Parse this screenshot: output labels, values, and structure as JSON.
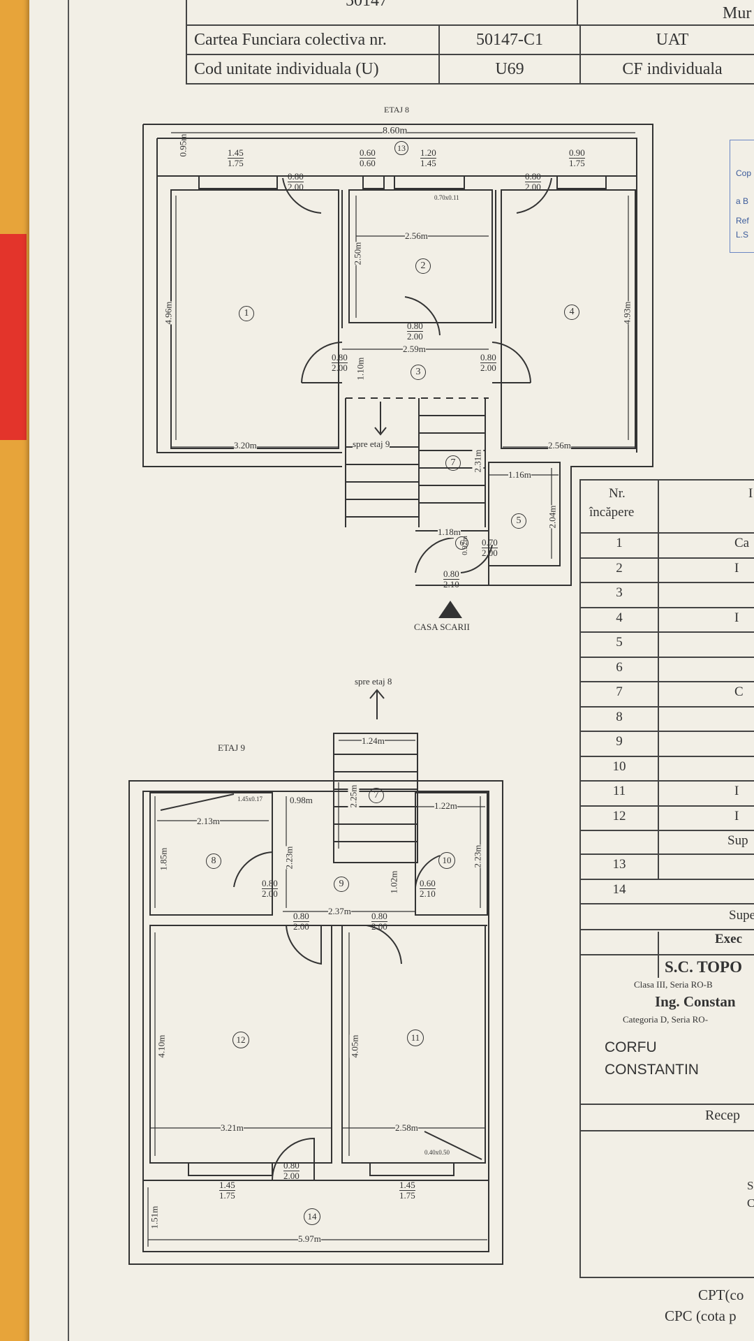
{
  "header": {
    "top_value": "50147",
    "top_right": "Mur",
    "row1_label": "Cartea Funciara colectiva nr.",
    "row1_value": "50147-C1",
    "row1_right": "UAT",
    "row2_label": "Cod unitate individuala (U)",
    "row2_value": "U69",
    "row2_right": "CF individuala"
  },
  "stamp_fragment": [
    "Cop",
    "a B",
    "Ref",
    "L.S"
  ],
  "floor8": {
    "title": "ETAJ 8",
    "rooms": [
      "1",
      "2",
      "3",
      "4",
      "5",
      "6",
      "7",
      "13"
    ],
    "dims": {
      "overall_width": "8.60m",
      "left_wall": "0.95m",
      "r1_height": "4.96m",
      "r1_width": "3.20m",
      "r2_width": "2.56m",
      "r2_height": "2.50m",
      "r3_width": "2.59m",
      "r3_height": "1.10m",
      "r4_height": "4.93m",
      "r4_width": "2.56m",
      "r5_width": "1.16m",
      "r5_height": "2.04m",
      "r6_width": "1.18m",
      "r6_height": "0.92m",
      "r7_height": "2.31m",
      "vent": "0.70x0.11"
    },
    "openings": [
      {
        "t": "1.45",
        "b": "1.75"
      },
      {
        "t": "0.80",
        "b": "2.00"
      },
      {
        "t": "0.60",
        "b": "0.60"
      },
      {
        "t": "1.20",
        "b": "1.45"
      },
      {
        "t": "0.80",
        "b": "2.00"
      },
      {
        "t": "0.90",
        "b": "1.75"
      },
      {
        "t": "0.80",
        "b": "2.00"
      },
      {
        "t": "0.80",
        "b": "2.00"
      },
      {
        "t": "0.80",
        "b": "2.00"
      },
      {
        "t": "0.70",
        "b": "2.00"
      },
      {
        "t": "0.80",
        "b": "2.10"
      }
    ],
    "stairs_label": "spre etaj 9",
    "entrance": "CASA SCARII"
  },
  "floor9": {
    "title": "ETAJ 9",
    "to_floor": "spre etaj 8",
    "rooms": [
      "7",
      "8",
      "9",
      "10",
      "11",
      "12",
      "14"
    ],
    "dims": {
      "stair_width": "1.24m",
      "stair_height": "2.25m",
      "r8_width": "2.13m",
      "r8_height": "1.85m",
      "vent": "1.45x0.17",
      "r9_width": "0.98m",
      "r9_height": "2.23m",
      "r9_width2": "2.37m",
      "r9_small": "1.02m",
      "r10_width": "1.22m",
      "r10_height": "2.23m",
      "r12_height": "4.10m",
      "r12_width": "3.21m",
      "r11_height": "4.05m",
      "r11_width": "2.58m",
      "r11_vent": "0.40x0.50",
      "r14_height": "1.51m",
      "r14_width": "5.97m"
    },
    "openings": [
      {
        "t": "0.80",
        "b": "2.00"
      },
      {
        "t": "0.60",
        "b": "2.10"
      },
      {
        "t": "0.80",
        "b": "2.00"
      },
      {
        "t": "0.80",
        "b": "2.00"
      },
      {
        "t": "0.80",
        "b": "2.00"
      },
      {
        "t": "1.45",
        "b": "1.75"
      },
      {
        "t": "1.45",
        "b": "1.75"
      }
    ]
  },
  "room_table": {
    "header_nr": "Nr.",
    "header_room": "încăpere",
    "header_right_partial": "I",
    "rows": [
      "1",
      "2",
      "3",
      "4",
      "5",
      "6",
      "7",
      "8",
      "9",
      "10",
      "11",
      "12"
    ],
    "row_fragments": {
      "1": "Ca",
      "2": "I",
      "4": "I",
      "7": "C",
      "11": "I",
      "12": "I"
    },
    "sup1": "Sup",
    "rows2": [
      "13",
      "14"
    ],
    "sup2": "Supe",
    "exec": "Exec",
    "company": "S.C. TOPO",
    "company_sub": "Clasa III, Seria RO-B",
    "engineer": "Ing. Constan",
    "engineer_sub": "Categoria D, Seria RO-",
    "person_line1": "CORFU",
    "person_line2": "CONSTANTIN",
    "recep": "Recep",
    "recep_s": "S",
    "recep_c": "C"
  },
  "footer": {
    "cpt": "CPT(co",
    "cpc": "CPC (cota p"
  }
}
